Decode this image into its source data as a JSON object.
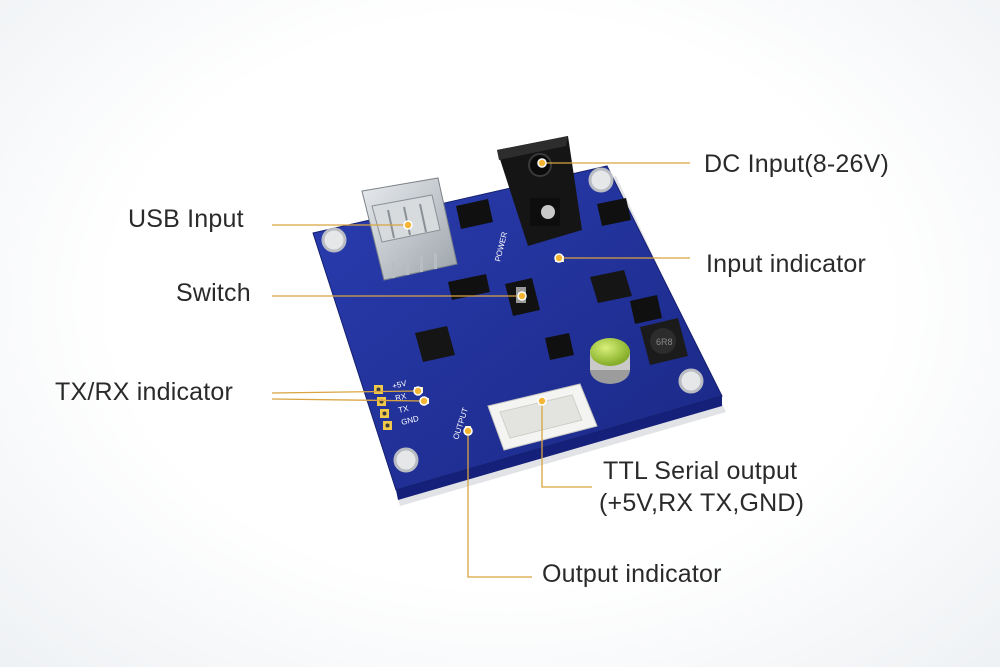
{
  "callouts": {
    "dc_input": "DC Input(8-26V)",
    "usb_input": "USB Input",
    "input_indicator": "Input indicator",
    "switch": "Switch",
    "txrx_indicator": "TX/RX indicator",
    "ttl_serial_output_line1": "TTL Serial output",
    "ttl_serial_output_line2": "(+5V,RX TX,GND)",
    "output_indicator": "Output indicator"
  },
  "board": {
    "silkscreen_pins": [
      "+5V",
      "RX",
      "TX",
      "GND"
    ],
    "silkscreen_output": "OUTPUT",
    "silkscreen_power": "POWER",
    "inductor_marking": "6R8"
  },
  "colors": {
    "board": "#1f2f9a",
    "board_edge": "#15207a",
    "leader_line": "#d9a441",
    "leader_dot": "#f3b533",
    "text": "#2a2a2a"
  }
}
